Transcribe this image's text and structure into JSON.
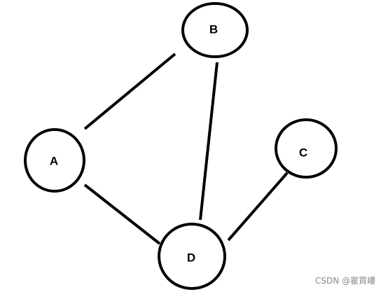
{
  "diagram": {
    "nodes": [
      {
        "id": "A",
        "label": "A"
      },
      {
        "id": "B",
        "label": "B"
      },
      {
        "id": "C",
        "label": "C"
      },
      {
        "id": "D",
        "label": "D"
      }
    ],
    "edges": [
      {
        "from": "A",
        "to": "B"
      },
      {
        "from": "B",
        "to": "D"
      },
      {
        "from": "A",
        "to": "D"
      },
      {
        "from": "C",
        "to": "D"
      }
    ]
  },
  "watermark": {
    "text": "CSDN @瞿買嶁"
  }
}
